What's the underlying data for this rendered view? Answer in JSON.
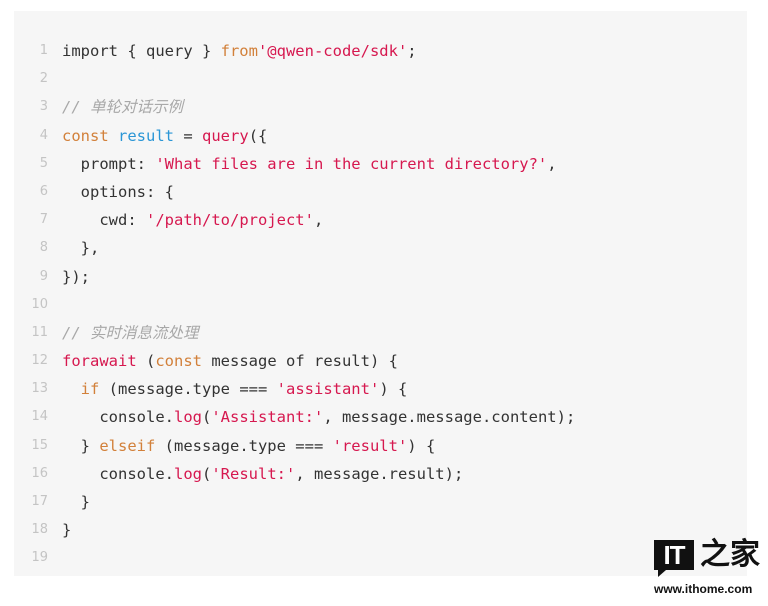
{
  "code_block": {
    "language": "javascript",
    "lines": [
      {
        "n": "1",
        "tokens": [
          {
            "t": "import { query } ",
            "c": "plain"
          },
          {
            "t": "from",
            "c": "kw"
          },
          {
            "t": "'@qwen-code/sdk'",
            "c": "str"
          },
          {
            "t": ";",
            "c": "plain"
          }
        ]
      },
      {
        "n": "2",
        "tokens": []
      },
      {
        "n": "3",
        "tokens": [
          {
            "t": "// 单轮对话示例",
            "c": "cm"
          }
        ]
      },
      {
        "n": "4",
        "tokens": [
          {
            "t": "const",
            "c": "kw"
          },
          {
            "t": " ",
            "c": "plain"
          },
          {
            "t": "result",
            "c": "var"
          },
          {
            "t": " = ",
            "c": "plain"
          },
          {
            "t": "query",
            "c": "fn"
          },
          {
            "t": "({",
            "c": "plain"
          }
        ]
      },
      {
        "n": "5",
        "tokens": [
          {
            "t": "  prompt: ",
            "c": "plain"
          },
          {
            "t": "'What files are in the current directory?'",
            "c": "str"
          },
          {
            "t": ",",
            "c": "plain"
          }
        ]
      },
      {
        "n": "6",
        "tokens": [
          {
            "t": "  options: {",
            "c": "plain"
          }
        ]
      },
      {
        "n": "7",
        "tokens": [
          {
            "t": "    cwd: ",
            "c": "plain"
          },
          {
            "t": "'/path/to/project'",
            "c": "str"
          },
          {
            "t": ",",
            "c": "plain"
          }
        ]
      },
      {
        "n": "8",
        "tokens": [
          {
            "t": "  },",
            "c": "plain"
          }
        ]
      },
      {
        "n": "9",
        "tokens": [
          {
            "t": "});",
            "c": "plain"
          }
        ]
      },
      {
        "n": "10",
        "tokens": []
      },
      {
        "n": "11",
        "tokens": [
          {
            "t": "// 实时消息流处理",
            "c": "cm"
          }
        ]
      },
      {
        "n": "12",
        "tokens": [
          {
            "t": "forawait",
            "c": "fn"
          },
          {
            "t": " (",
            "c": "plain"
          },
          {
            "t": "const",
            "c": "kw"
          },
          {
            "t": " message of result) {",
            "c": "plain"
          }
        ]
      },
      {
        "n": "13",
        "tokens": [
          {
            "t": "  ",
            "c": "plain"
          },
          {
            "t": "if",
            "c": "kw"
          },
          {
            "t": " (message.type === ",
            "c": "plain"
          },
          {
            "t": "'assistant'",
            "c": "str"
          },
          {
            "t": ") {",
            "c": "plain"
          }
        ]
      },
      {
        "n": "14",
        "tokens": [
          {
            "t": "    console.",
            "c": "plain"
          },
          {
            "t": "log",
            "c": "fn"
          },
          {
            "t": "(",
            "c": "plain"
          },
          {
            "t": "'Assistant:'",
            "c": "str"
          },
          {
            "t": ", message.message.content);",
            "c": "plain"
          }
        ]
      },
      {
        "n": "15",
        "tokens": [
          {
            "t": "  } ",
            "c": "plain"
          },
          {
            "t": "elseif",
            "c": "kw"
          },
          {
            "t": " (message.type === ",
            "c": "plain"
          },
          {
            "t": "'result'",
            "c": "str"
          },
          {
            "t": ") {",
            "c": "plain"
          }
        ]
      },
      {
        "n": "16",
        "tokens": [
          {
            "t": "    console.",
            "c": "plain"
          },
          {
            "t": "log",
            "c": "fn"
          },
          {
            "t": "(",
            "c": "plain"
          },
          {
            "t": "'Result:'",
            "c": "str"
          },
          {
            "t": ", message.result);",
            "c": "plain"
          }
        ]
      },
      {
        "n": "17",
        "tokens": [
          {
            "t": "  }",
            "c": "plain"
          }
        ]
      },
      {
        "n": "18",
        "tokens": [
          {
            "t": "}",
            "c": "plain"
          }
        ]
      },
      {
        "n": "19",
        "tokens": []
      }
    ]
  },
  "watermark": {
    "logo_text": "IT",
    "logo_cn": "之家",
    "url": "www.ithome.com"
  },
  "colors": {
    "panel_bg": "#f6f6f6",
    "keyword": "#d2803a",
    "string": "#d6184f",
    "variable": "#2a96d6",
    "comment": "#a8a8a8",
    "line_number": "#c4c4c4"
  }
}
